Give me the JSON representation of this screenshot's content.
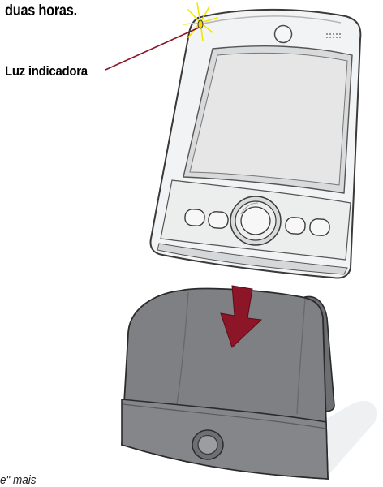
{
  "text": {
    "top_caption": "duas horas.",
    "callout_label": "Luz indicadora",
    "bottom_fragment": "e\" mais"
  },
  "colors": {
    "device_body": "#f2f3f4",
    "device_outline": "#3a3a3a",
    "screen": "#e6e6e6",
    "cradle": "#7f8083",
    "cradle_dark": "#5f6063",
    "arrow": "#8c1628",
    "callout_line": "#8c1628",
    "indicator_glow": "#f2e600"
  }
}
